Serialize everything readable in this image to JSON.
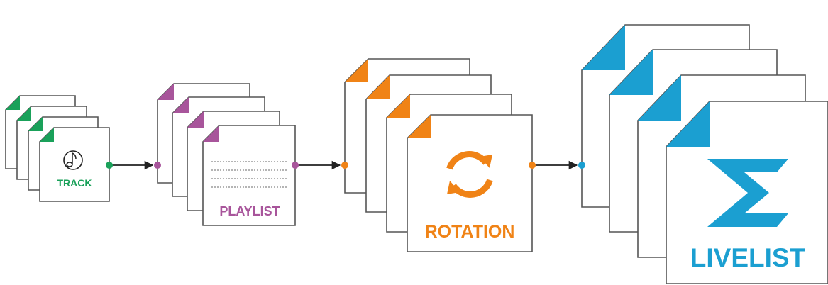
{
  "stages": [
    {
      "label": "TRACK",
      "color": "#1aa15a",
      "icon": "music-note-icon"
    },
    {
      "label": "PLAYLIST",
      "color": "#a8559b",
      "icon": "list-lines-icon"
    },
    {
      "label": "ROTATION",
      "color": "#f08316",
      "icon": "rotation-arrows-icon"
    },
    {
      "label": "LIVELIST",
      "color": "#1b9fd1",
      "icon": "sigma-icon"
    }
  ],
  "arrow_color": "#222222",
  "background": "#ffffff"
}
